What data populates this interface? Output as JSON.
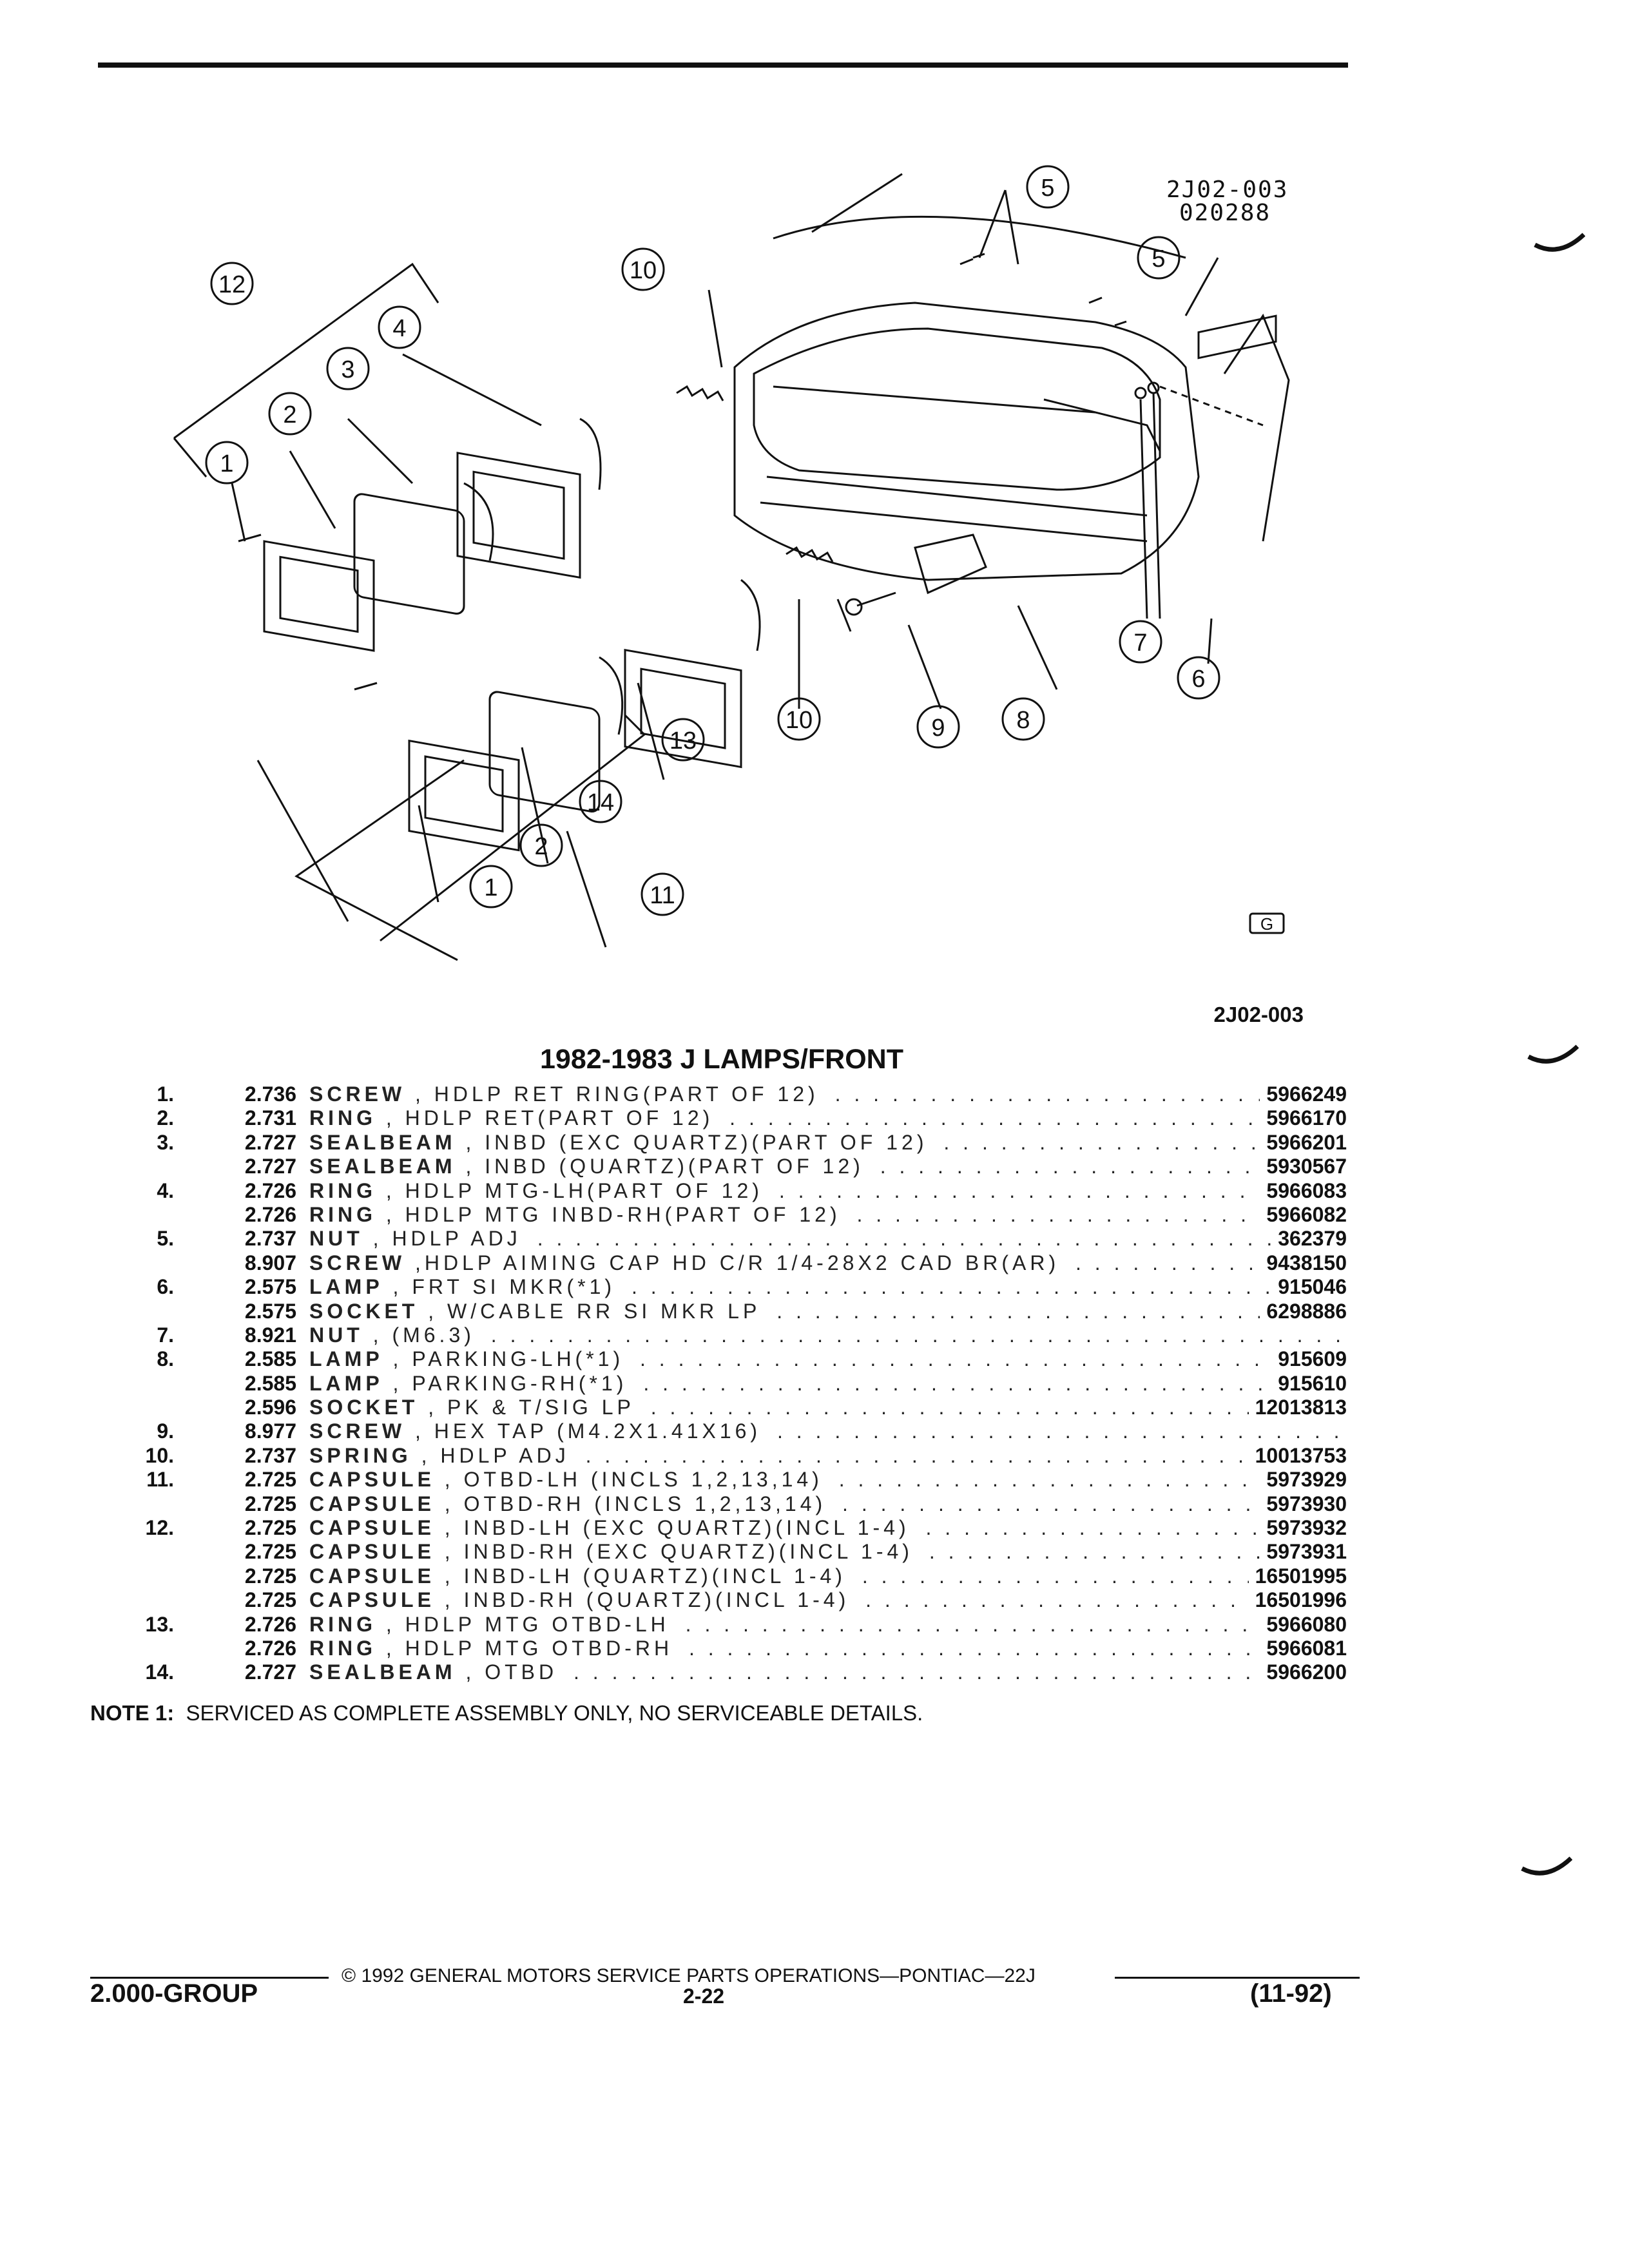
{
  "diagram": {
    "ref_code": "2J02-003",
    "ref_date": "020288",
    "callouts": [
      "1",
      "2",
      "3",
      "4",
      "5",
      "5",
      "6",
      "7",
      "8",
      "9",
      "10",
      "10",
      "11",
      "12",
      "13",
      "14",
      "1",
      "2"
    ]
  },
  "id_code": "2J02-003",
  "title": "1982-1983 J LAMPS/FRONT",
  "parts": [
    {
      "num": "1.",
      "grp": "2.736",
      "name": "SCREW",
      "desc": ", HDLP RET RING(PART OF 12)",
      "pn": "5966249"
    },
    {
      "num": "2.",
      "grp": "2.731",
      "name": "RING",
      "desc": ", HDLP RET(PART OF 12)",
      "pn": "5966170"
    },
    {
      "num": "3.",
      "grp": "2.727",
      "name": "SEALBEAM",
      "desc": ", INBD (EXC QUARTZ)(PART OF 12)",
      "pn": "5966201"
    },
    {
      "num": "",
      "grp": "2.727",
      "name": "SEALBEAM",
      "desc": ", INBD (QUARTZ)(PART OF 12)",
      "pn": "5930567"
    },
    {
      "num": "4.",
      "grp": "2.726",
      "name": "RING",
      "desc": ", HDLP MTG-LH(PART OF 12)",
      "pn": "5966083"
    },
    {
      "num": "",
      "grp": "2.726",
      "name": "RING",
      "desc": ", HDLP MTG INBD-RH(PART OF 12)",
      "pn": "5966082"
    },
    {
      "num": "5.",
      "grp": "2.737",
      "name": "NUT",
      "desc": ", HDLP ADJ",
      "pn": "362379"
    },
    {
      "num": "",
      "grp": "8.907",
      "name": "SCREW",
      "desc": ",HDLP AIMING CAP HD C/R 1/4-28X2 CAD BR(AR)",
      "pn": "9438150"
    },
    {
      "num": "6.",
      "grp": "2.575",
      "name": "LAMP",
      "desc": ", FRT SI MKR(*1)",
      "pn": "915046"
    },
    {
      "num": "",
      "grp": "2.575",
      "name": "SOCKET",
      "desc": ", W/CABLE RR SI MKR LP",
      "pn": "6298886"
    },
    {
      "num": "7.",
      "grp": "8.921",
      "name": "NUT",
      "desc": ", (M6.3)",
      "pn": ""
    },
    {
      "num": "8.",
      "grp": "2.585",
      "name": "LAMP",
      "desc": ", PARKING-LH(*1)",
      "pn": "915609"
    },
    {
      "num": "",
      "grp": "2.585",
      "name": "LAMP",
      "desc": ", PARKING-RH(*1)",
      "pn": "915610"
    },
    {
      "num": "",
      "grp": "2.596",
      "name": "SOCKET",
      "desc": ", PK & T/SIG LP",
      "pn": "12013813"
    },
    {
      "num": "9.",
      "grp": "8.977",
      "name": "SCREW",
      "desc": ", HEX TAP (M4.2X1.41X16)",
      "pn": ""
    },
    {
      "num": "10.",
      "grp": "2.737",
      "name": "SPRING",
      "desc": ", HDLP ADJ",
      "pn": "10013753"
    },
    {
      "num": "11.",
      "grp": "2.725",
      "name": "CAPSULE",
      "desc": ", OTBD-LH (INCLS 1,2,13,14)",
      "pn": "5973929"
    },
    {
      "num": "",
      "grp": "2.725",
      "name": "CAPSULE",
      "desc": ", OTBD-RH (INCLS 1,2,13,14)",
      "pn": "5973930"
    },
    {
      "num": "12.",
      "grp": "2.725",
      "name": "CAPSULE",
      "desc": ", INBD-LH (EXC QUARTZ)(INCL 1-4)",
      "pn": "5973932"
    },
    {
      "num": "",
      "grp": "2.725",
      "name": "CAPSULE",
      "desc": ", INBD-RH (EXC QUARTZ)(INCL 1-4)",
      "pn": "5973931"
    },
    {
      "num": "",
      "grp": "2.725",
      "name": "CAPSULE",
      "desc": ", INBD-LH (QUARTZ)(INCL 1-4)",
      "pn": "16501995"
    },
    {
      "num": "",
      "grp": "2.725",
      "name": "CAPSULE",
      "desc": ", INBD-RH (QUARTZ)(INCL 1-4)",
      "pn": "16501996"
    },
    {
      "num": "13.",
      "grp": "2.726",
      "name": "RING",
      "desc": ", HDLP MTG OTBD-LH",
      "pn": "5966080"
    },
    {
      "num": "",
      "grp": "2.726",
      "name": "RING",
      "desc": ", HDLP MTG OTBD-RH",
      "pn": "5966081"
    },
    {
      "num": "14.",
      "grp": "2.727",
      "name": "SEALBEAM",
      "desc": ", OTBD",
      "pn": "5966200"
    }
  ],
  "note": {
    "label": "NOTE 1:",
    "text": "SERVICED AS COMPLETE ASSEMBLY ONLY, NO SERVICEABLE DETAILS."
  },
  "footer": {
    "copyright": "© 1992 GENERAL MOTORS SERVICE PARTS OPERATIONS—PONTIAC—22J",
    "group": "2.000-GROUP",
    "page": "2-22",
    "date": "(11-92)"
  }
}
